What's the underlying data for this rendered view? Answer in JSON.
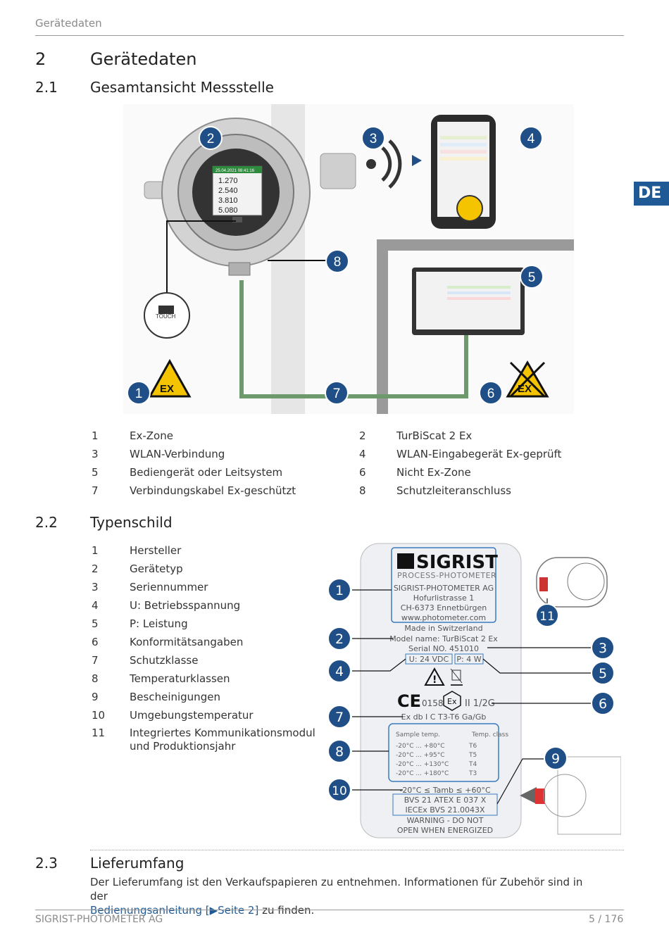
{
  "header": {
    "running_title": "Gerätedaten"
  },
  "side_tab": {
    "label": "DE",
    "color": "#1f5a96"
  },
  "section2": {
    "number": "2",
    "title": "Gerätedaten"
  },
  "section2_1": {
    "number": "2.1",
    "title": "Gesamtansicht Messstelle",
    "figure": {
      "callouts": [
        "1",
        "2",
        "3",
        "4",
        "5",
        "6",
        "7",
        "8"
      ],
      "screen_lines": [
        "1.270",
        "2.540",
        "3.810",
        "5.080"
      ],
      "screen_status": "25.04.2021 08:41:16",
      "touch_label": "TOUCH",
      "ex_label": "EX"
    },
    "legend": [
      {
        "n": "1",
        "t": "Ex-Zone"
      },
      {
        "n": "2",
        "t": "TurBiScat 2 Ex"
      },
      {
        "n": "3",
        "t": "WLAN-Verbindung"
      },
      {
        "n": "4",
        "t": "WLAN-Eingabegerät Ex-geprüft"
      },
      {
        "n": "5",
        "t": "Bediengerät oder Leitsystem"
      },
      {
        "n": "6",
        "t": "Nicht Ex-Zone"
      },
      {
        "n": "7",
        "t": "Verbindungskabel Ex-geschützt"
      },
      {
        "n": "8",
        "t": "Schutzleiteranschluss"
      }
    ]
  },
  "section2_2": {
    "number": "2.2",
    "title": "Typenschild",
    "legend": [
      {
        "n": "1",
        "t": "Hersteller"
      },
      {
        "n": "2",
        "t": "Gerätetyp"
      },
      {
        "n": "3",
        "t": "Seriennummer"
      },
      {
        "n": "4",
        "t": "U: Betriebsspannung"
      },
      {
        "n": "5",
        "t": "P: Leistung"
      },
      {
        "n": "6",
        "t": "Konformitätsangaben"
      },
      {
        "n": "7",
        "t": "Schutzklasse"
      },
      {
        "n": "8",
        "t": "Temperaturklassen"
      },
      {
        "n": "9",
        "t": "Bescheinigungen"
      },
      {
        "n": "10",
        "t": "Umgebungstemperatur"
      },
      {
        "n": "11",
        "t": "Integriertes Kommunikationsmodul",
        "t2": "und Produktionsjahr"
      }
    ],
    "plate": {
      "brand": "SIGRIST",
      "brand_sub": "PROCESS-PHOTOMETER",
      "company": "SIGRIST-PHOTOMETER AG",
      "street": "Hofurlistrasse 1",
      "city": "CH-6373 Ennetbürgen",
      "web": "www.photometer.com",
      "made_in": "Made in Switzerland",
      "model": "Model name: TurBiScat 2 Ex",
      "serial": "Serial NO. 451010",
      "voltage": "U: 24 VDC",
      "power": "P: 4 W",
      "ce": "CE",
      "notified_body": "0158",
      "ex_group": "II 1/2G",
      "protection": "Ex db I C T3-T6 Ga/Gb",
      "temp_table_header": [
        "Sample temp.",
        "Temp. class"
      ],
      "temp_table_rows": [
        [
          "-20°C ... +80°C",
          "T6"
        ],
        [
          "-20°C ... +95°C",
          "T5"
        ],
        [
          "-20°C ... +130°C",
          "T4"
        ],
        [
          "-20°C ... +180°C",
          "T3"
        ]
      ],
      "tamb": "-20°C ≤ Tamb ≤ +60°C",
      "cert1": "BVS 21 ATEX E 037 X",
      "cert2": "IECEx BVS 21.0043X",
      "warning1": "WARNING - DO NOT",
      "warning2": "OPEN WHEN ENERGIZED",
      "callouts": [
        "1",
        "2",
        "3",
        "4",
        "5",
        "6",
        "7",
        "8",
        "9",
        "10",
        "11"
      ]
    }
  },
  "section2_3": {
    "number": "2.3",
    "title": "Lieferumfang",
    "text_before": "Der Lieferumfang ist den Verkaufspapieren zu entnehmen. Informationen für Zubehör sind in der",
    "link_text": "Bedienungsanleitung [▶Seite 2]",
    "text_after": " zu finden."
  },
  "footer": {
    "company": "SIGRIST-PHOTOMETER AG",
    "page": "5 / 176"
  },
  "colors": {
    "callout_blue": "#1f4f86",
    "cable_green": "#5e8a5e",
    "ex_yellow": "#f4c400"
  }
}
